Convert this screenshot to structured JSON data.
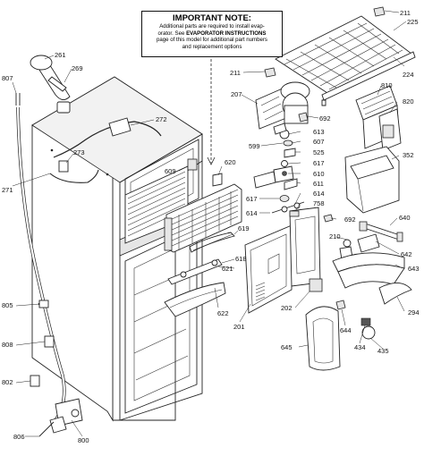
{
  "note": {
    "title": "IMPORTANT NOTE:",
    "line1": "Additional parts are required to install evap-",
    "line2_prefix": "orator.  See ",
    "line2_bold": "EVAPORATOR INSTRUCTIONS",
    "line3": "page of this model for additional part numbers",
    "line4": "and replacement options"
  },
  "callouts": {
    "c211a": "211",
    "c225": "225",
    "c224": "224",
    "c211b": "211",
    "c207": "207",
    "c810": "810",
    "c820": "820",
    "c692a": "692",
    "c613": "613",
    "c599": "599",
    "c607": "607",
    "c525": "525",
    "c617a": "617",
    "c610": "610",
    "c352": "352",
    "c611": "611",
    "c617b": "617",
    "c614a": "614",
    "c614b": "614",
    "c758": "758",
    "c692b": "692",
    "c640": "640",
    "c210": "210",
    "c642": "642",
    "c643": "643",
    "c294": "294",
    "c261": "261",
    "c269": "269",
    "c807": "807",
    "c272": "272",
    "c273": "273",
    "c271": "271",
    "c609": "609",
    "c620": "620",
    "c619": "619",
    "c618": "618",
    "c621": "621",
    "c622": "622",
    "c201": "201",
    "c202": "202",
    "c644": "644",
    "c645": "645",
    "c434": "434",
    "c435": "435",
    "c805": "805",
    "c808": "808",
    "c802": "802",
    "c806": "806",
    "c800": "800"
  }
}
